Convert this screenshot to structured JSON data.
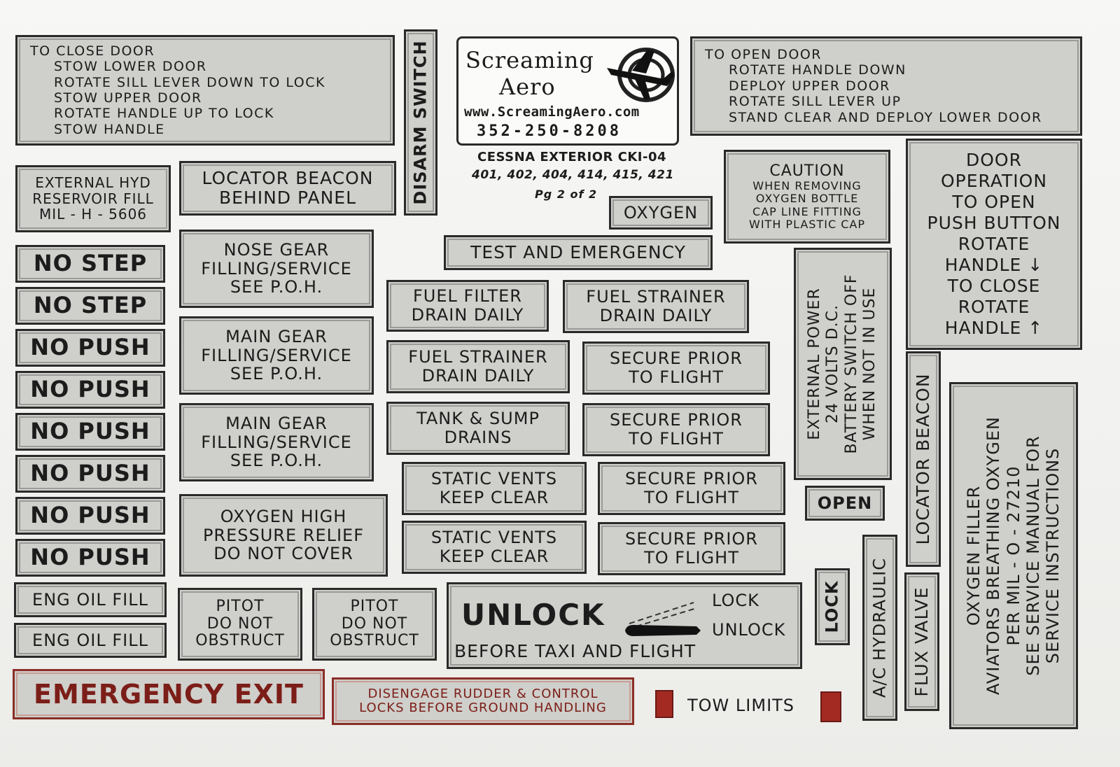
{
  "decal_sheet": {
    "close_door": {
      "title": "TO CLOSE DOOR",
      "steps": [
        "STOW LOWER DOOR",
        "ROTATE SILL LEVER DOWN TO LOCK",
        "STOW UPPER DOOR",
        "ROTATE HANDLE UP TO LOCK",
        "STOW HANDLE"
      ]
    },
    "open_door": {
      "title": "TO OPEN DOOR",
      "steps": [
        "ROTATE HANDLE DOWN",
        "DEPLOY UPPER DOOR",
        "ROTATE SILL LEVER UP",
        "STAND CLEAR AND DEPLOY LOWER DOOR"
      ]
    },
    "disarm_switch": "DISARM SWITCH",
    "logo": {
      "line1": "Screaming",
      "line2": "Aero",
      "website": "www.ScreamingAero.com",
      "phone": "352-250-8208"
    },
    "kit_info": {
      "line1": "CESSNA EXTERIOR CKI-04",
      "line2": "401, 402, 404, 414, 415, 421",
      "line3": "Pg 2 of 2"
    },
    "ext_hyd": [
      "EXTERNAL HYD",
      "RESERVOIR FILL",
      "MIL - H - 5606"
    ],
    "locator_beacon_panel": [
      "LOCATOR BEACON",
      "BEHIND PANEL"
    ],
    "oxygen": "OXYGEN",
    "caution": [
      "CAUTION",
      "WHEN REMOVING",
      "OXYGEN BOTTLE",
      "CAP LINE FITTING",
      "WITH PLASTIC CAP"
    ],
    "door_operation": [
      "DOOR",
      "OPERATION",
      "TO OPEN",
      "PUSH BUTTON",
      "ROTATE",
      "HANDLE",
      "TO CLOSE",
      "ROTATE",
      "HANDLE"
    ],
    "arrow_down": "↓",
    "arrow_up": "↑",
    "no_step": "NO STEP",
    "no_push": "NO PUSH",
    "eng_oil_fill": "ENG OIL FILL",
    "nose_gear": [
      "NOSE GEAR",
      "FILLING/SERVICE",
      "SEE P.O.H."
    ],
    "main_gear": [
      "MAIN GEAR",
      "FILLING/SERVICE",
      "SEE P.O.H."
    ],
    "oxygen_relief": [
      "OXYGEN HIGH",
      "PRESSURE RELIEF",
      "DO NOT COVER"
    ],
    "pitot": [
      "PITOT",
      "DO NOT",
      "OBSTRUCT"
    ],
    "test_emergency": "TEST AND EMERGENCY",
    "fuel_filter": [
      "FUEL FILTER",
      "DRAIN DAILY"
    ],
    "fuel_strainer": [
      "FUEL STRAINER",
      "DRAIN DAILY"
    ],
    "tank_sump": [
      "TANK & SUMP",
      "DRAINS"
    ],
    "static_vents": [
      "STATIC VENTS",
      "KEEP CLEAR"
    ],
    "secure_prior": [
      "SECURE PRIOR",
      "TO FLIGHT"
    ],
    "ext_power": [
      "EXTERNAL POWER",
      "24 VOLTS D.C.",
      "BATTERY SWITCH OFF",
      "WHEN NOT IN USE"
    ],
    "open": "OPEN",
    "lock": "LOCK",
    "unlock_panel": {
      "big": "UNLOCK",
      "lock": "LOCK",
      "unlock": "UNLOCK",
      "bottom": "BEFORE TAXI AND FLIGHT"
    },
    "ac_hydraulic": "A/C HYDRAULIC",
    "locator_beacon": "LOCATOR BEACON",
    "flux_valve": "FLUX VALVE",
    "oxygen_filler": [
      "OXYGEN FILLER",
      "AVIATORS BREATHING OXYGEN",
      "PER MIL - O - 27210",
      "SEE SERVICE MANUAL FOR",
      "SERVICE INSTRUCTIONS"
    ],
    "emergency_exit": "EMERGENCY EXIT",
    "disengage": [
      "DISENGAGE RUDDER & CONTROL",
      "LOCKS BEFORE GROUND HANDLING"
    ],
    "tow_limits": "TOW LIMITS",
    "colors": {
      "plate": "#cfcfcb",
      "red_text": "#7c1e18",
      "tow_marker": "#a22a22"
    }
  }
}
